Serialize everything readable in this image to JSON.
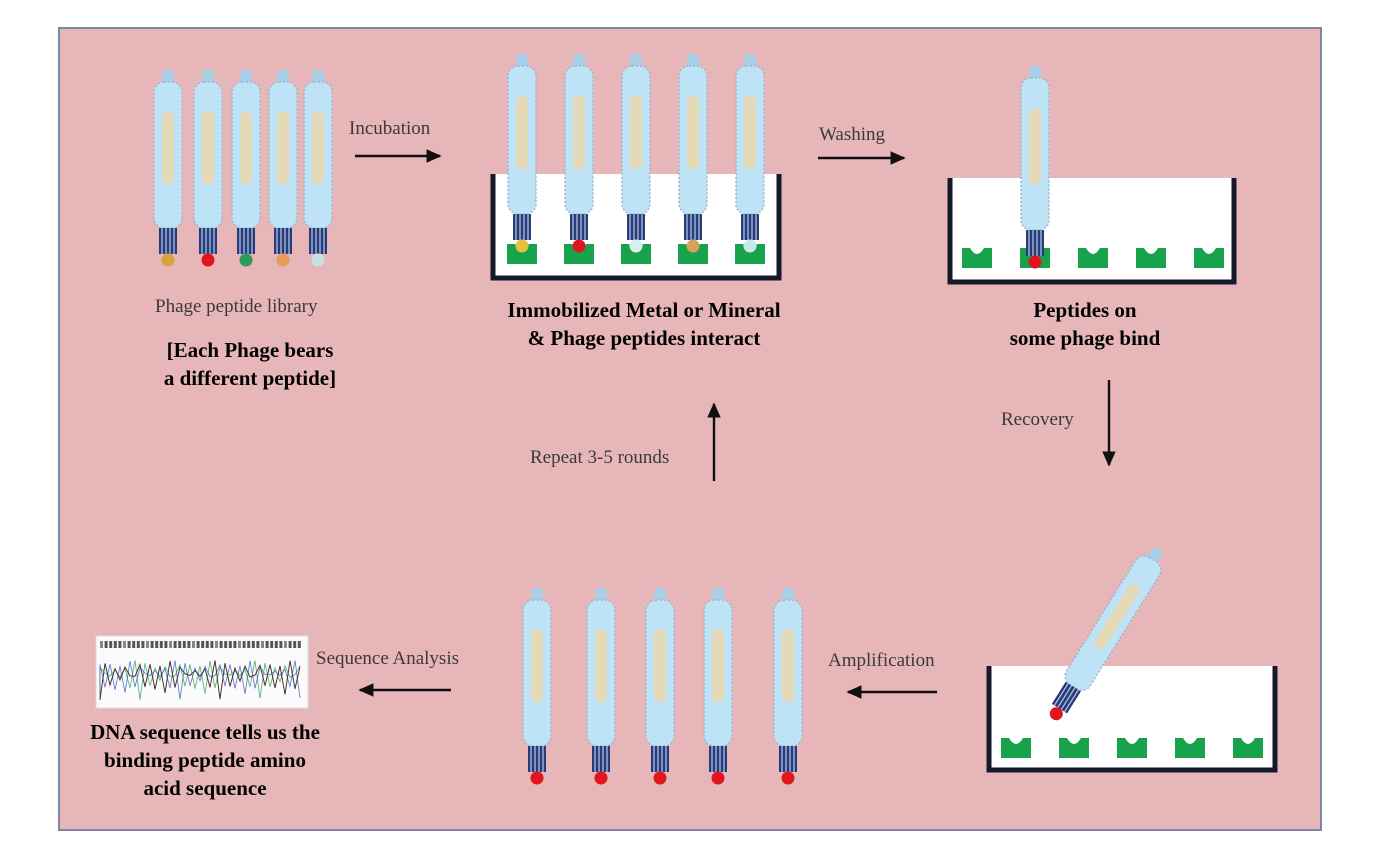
{
  "colors": {
    "background": "#e7b6b8",
    "frame_border": "#7f86a6",
    "phage_body": "#bfe3f6",
    "phage_core": "#e4d9b6",
    "tray_border": "#151a2a",
    "binding_site": "#19a24c",
    "bound_peptide": "#e0151f"
  },
  "steps": {
    "incubation": "Incubation",
    "washing": "Washing",
    "recovery": "Recovery",
    "amplification": "Amplification",
    "sequence_analysis": "Sequence Analysis",
    "repeat": "Repeat 3-5 rounds"
  },
  "captions": {
    "library": "Phage peptide library",
    "library_note": "[Each Phage bears\n a different peptide]",
    "interact": "Immobilized Metal or Mineral\n& Phage peptides interact",
    "bind": "Peptides on\nsome phage bind",
    "dna": "DNA sequence tells us the\nbinding peptide amino\nacid sequence"
  }
}
